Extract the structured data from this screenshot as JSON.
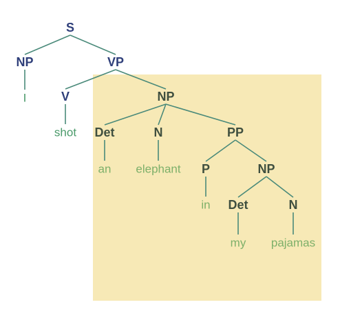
{
  "tree": {
    "nodes": [
      {
        "id": "s",
        "label": "S",
        "kind": "cat-blue"
      },
      {
        "id": "np1",
        "label": "NP",
        "kind": "cat-blue"
      },
      {
        "id": "vp",
        "label": "VP",
        "kind": "cat-blue"
      },
      {
        "id": "i",
        "label": "I",
        "kind": "word"
      },
      {
        "id": "v",
        "label": "V",
        "kind": "cat-blue"
      },
      {
        "id": "np2",
        "label": "NP",
        "kind": "cat-dark"
      },
      {
        "id": "shot",
        "label": "shot",
        "kind": "word"
      },
      {
        "id": "det1",
        "label": "Det",
        "kind": "cat-dark"
      },
      {
        "id": "n1",
        "label": "N",
        "kind": "cat-dark"
      },
      {
        "id": "pp",
        "label": "PP",
        "kind": "cat-dark"
      },
      {
        "id": "an",
        "label": "an",
        "kind": "word-light"
      },
      {
        "id": "elephant",
        "label": "elephant",
        "kind": "word-light"
      },
      {
        "id": "p",
        "label": "P",
        "kind": "cat-dark"
      },
      {
        "id": "np3",
        "label": "NP",
        "kind": "cat-dark"
      },
      {
        "id": "in",
        "label": "in",
        "kind": "word-light"
      },
      {
        "id": "det2",
        "label": "Det",
        "kind": "cat-dark"
      },
      {
        "id": "n2",
        "label": "N",
        "kind": "cat-dark"
      },
      {
        "id": "my",
        "label": "my",
        "kind": "word-light"
      },
      {
        "id": "pajamas",
        "label": "pajamas",
        "kind": "word-light"
      }
    ],
    "edges": [
      [
        "s",
        "np1"
      ],
      [
        "s",
        "vp"
      ],
      [
        "np1",
        "i"
      ],
      [
        "vp",
        "v"
      ],
      [
        "vp",
        "np2"
      ],
      [
        "v",
        "shot"
      ],
      [
        "np2",
        "det1"
      ],
      [
        "np2",
        "n1"
      ],
      [
        "np2",
        "pp"
      ],
      [
        "det1",
        "an"
      ],
      [
        "n1",
        "elephant"
      ],
      [
        "pp",
        "p"
      ],
      [
        "pp",
        "np3"
      ],
      [
        "p",
        "in"
      ],
      [
        "np3",
        "det2"
      ],
      [
        "np3",
        "n2"
      ],
      [
        "det2",
        "my"
      ],
      [
        "n2",
        "pajamas"
      ]
    ]
  },
  "colors": {
    "edge": "#4a8a7a",
    "highlight": "#f7e9b6"
  }
}
